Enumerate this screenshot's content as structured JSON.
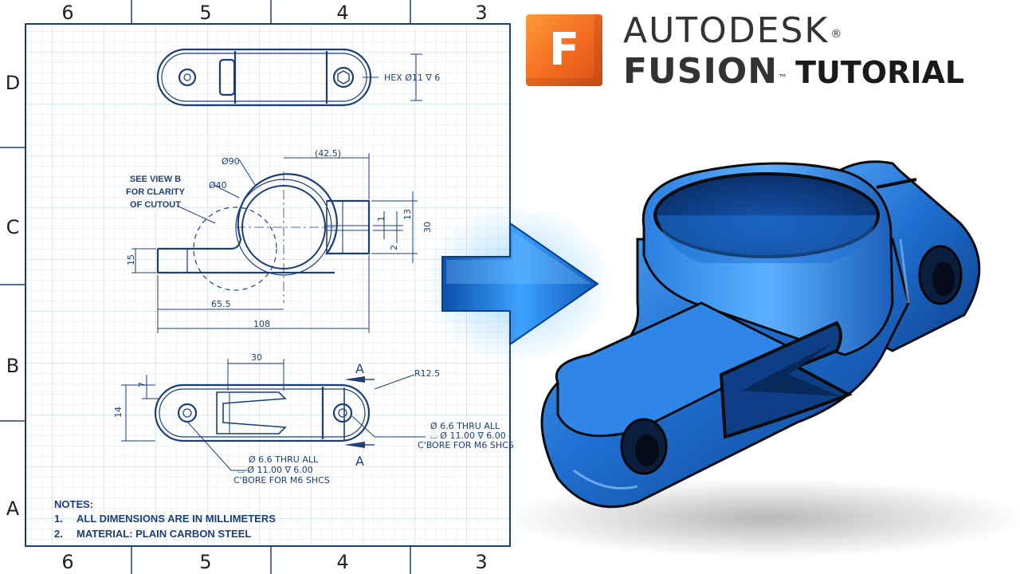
{
  "brand": {
    "logo_letter": "F",
    "company": "AUTODESK",
    "registered": "®",
    "product": "FUSION",
    "trademark": "™",
    "tagline": "TUTORIAL"
  },
  "frame": {
    "columns_top": [
      "6",
      "5",
      "4",
      "3"
    ],
    "columns_bottom": [
      "6",
      "5",
      "4",
      "3"
    ],
    "rows": [
      "D",
      "C",
      "B",
      "A"
    ]
  },
  "drawing": {
    "top_view": {
      "hex_callout": "HEX Ø11 ∇ 6"
    },
    "front_view": {
      "dim_outer_dia": "Ø90",
      "dim_inner_dia": "Ø40",
      "dim_offset": "(42.5)",
      "callout_view_b": [
        "SEE VIEW B",
        "FOR CLARITY",
        "OF CUTOUT"
      ],
      "dim_65_5": "65.5",
      "dim_108": "108",
      "dim_15": "15",
      "dim_30": "30",
      "dim_13": "13",
      "dim_1": "1",
      "dim_2": "2"
    },
    "bottom_view": {
      "dim_30": "30",
      "dim_7": "7",
      "dim_14": "14",
      "section_label_top": "A",
      "section_label_bottom": "A",
      "radius": "R12.5",
      "hole_callout_right": [
        "Ø 6.6 THRU ALL",
        "⌴ Ø 11.00 ∇ 6.00",
        "C'BORE FOR M6 SHCS"
      ],
      "hole_callout_left": [
        "Ø 6.6 THRU ALL",
        "⌴ Ø 11.00 ∇ 6.00",
        "C'BORE FOR M6 SHCS"
      ]
    },
    "notes": {
      "heading": "NOTES:",
      "items": [
        {
          "num": "1.",
          "text": "ALL DIMENSIONS ARE IN MILLIMETERS"
        },
        {
          "num": "2.",
          "text": "MATERIAL: PLAIN CARBON STEEL"
        }
      ]
    }
  },
  "colors": {
    "blueprint_line": "#1c3f78",
    "grid": "#c9d9ee",
    "part_blue": "#1f6fd1",
    "arrow_blue": "#2a8cf0",
    "logo_orange": "#f26a1e"
  }
}
